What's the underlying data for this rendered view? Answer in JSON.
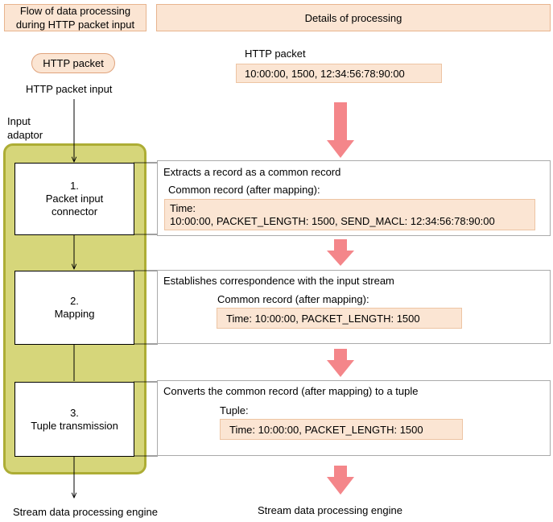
{
  "headers": {
    "flow_line1": "Flow of data processing",
    "flow_line2": "during HTTP packet input",
    "details": "Details of processing"
  },
  "left": {
    "packet_pill": "HTTP packet",
    "packet_input": "HTTP packet input",
    "adaptor_line1": "Input",
    "adaptor_line2": "adaptor",
    "engine": "Stream data processing engine"
  },
  "steps": [
    {
      "number": "1.",
      "line1": "Packet input",
      "line2": "connector"
    },
    {
      "number": "2.",
      "line1": "Mapping",
      "line2": ""
    },
    {
      "number": "3.",
      "line1": "Tuple transmission",
      "line2": ""
    }
  ],
  "right": {
    "packet_label": "HTTP packet",
    "packet_value": "10:00:00, 1500, 12:34:56:78:90:00",
    "detail1": {
      "title": "Extracts a record as a common record",
      "sub": "Common record (after mapping):",
      "value_line1": "Time:",
      "value_line2": "10:00:00, PACKET_LENGTH: 1500, SEND_MACL: 12:34:56:78:90:00"
    },
    "detail2": {
      "title": "Establishes correspondence with the input stream",
      "sub": "Common record (after mapping):",
      "value": "Time: 10:00:00, PACKET_LENGTH: 1500"
    },
    "detail3": {
      "title": "Converts the common record (after mapping) to a tuple",
      "sub": "Tuple:",
      "value": "Time: 10:00:00, PACKET_LENGTH: 1500"
    },
    "engine": "Stream data processing engine"
  },
  "colors": {
    "header_fill": "#fbe5d3",
    "adaptor_fill": "#d6d67a",
    "adaptor_border": "#adad35",
    "arrow_pink": "#f4868a"
  }
}
